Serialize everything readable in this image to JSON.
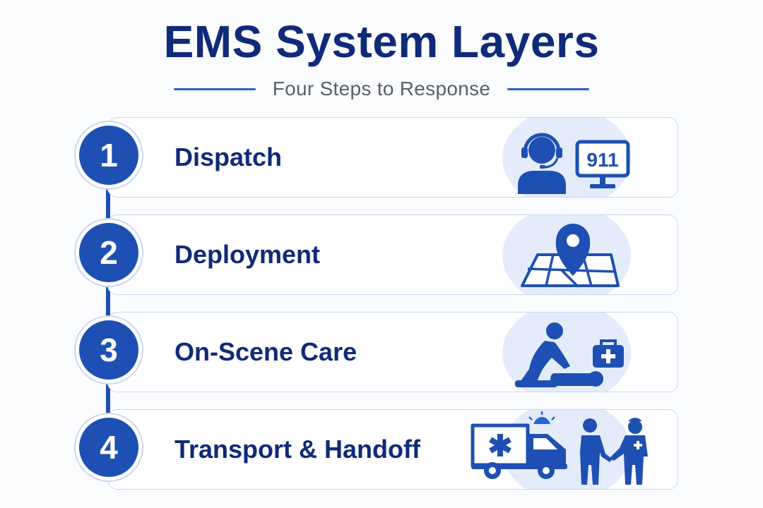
{
  "header": {
    "title": "EMS System Layers",
    "subtitle": "Four Steps to Response"
  },
  "steps": [
    {
      "number": "1",
      "label": "Dispatch",
      "icon": "dispatcher-headset-icon",
      "screen_text": "911"
    },
    {
      "number": "2",
      "label": "Deployment",
      "icon": "map-location-pin-icon"
    },
    {
      "number": "3",
      "label": "On-Scene Care",
      "icon": "paramedic-cpr-icon"
    },
    {
      "number": "4",
      "label": "Transport & Handoff",
      "icon": "ambulance-handoff-icon"
    }
  ],
  "colors": {
    "primary": "#1e50b3",
    "title": "#0f2a78",
    "subtitle": "#5b5f66",
    "card_border": "#c9d7ef",
    "icon_bg": "#e4ecfb"
  }
}
